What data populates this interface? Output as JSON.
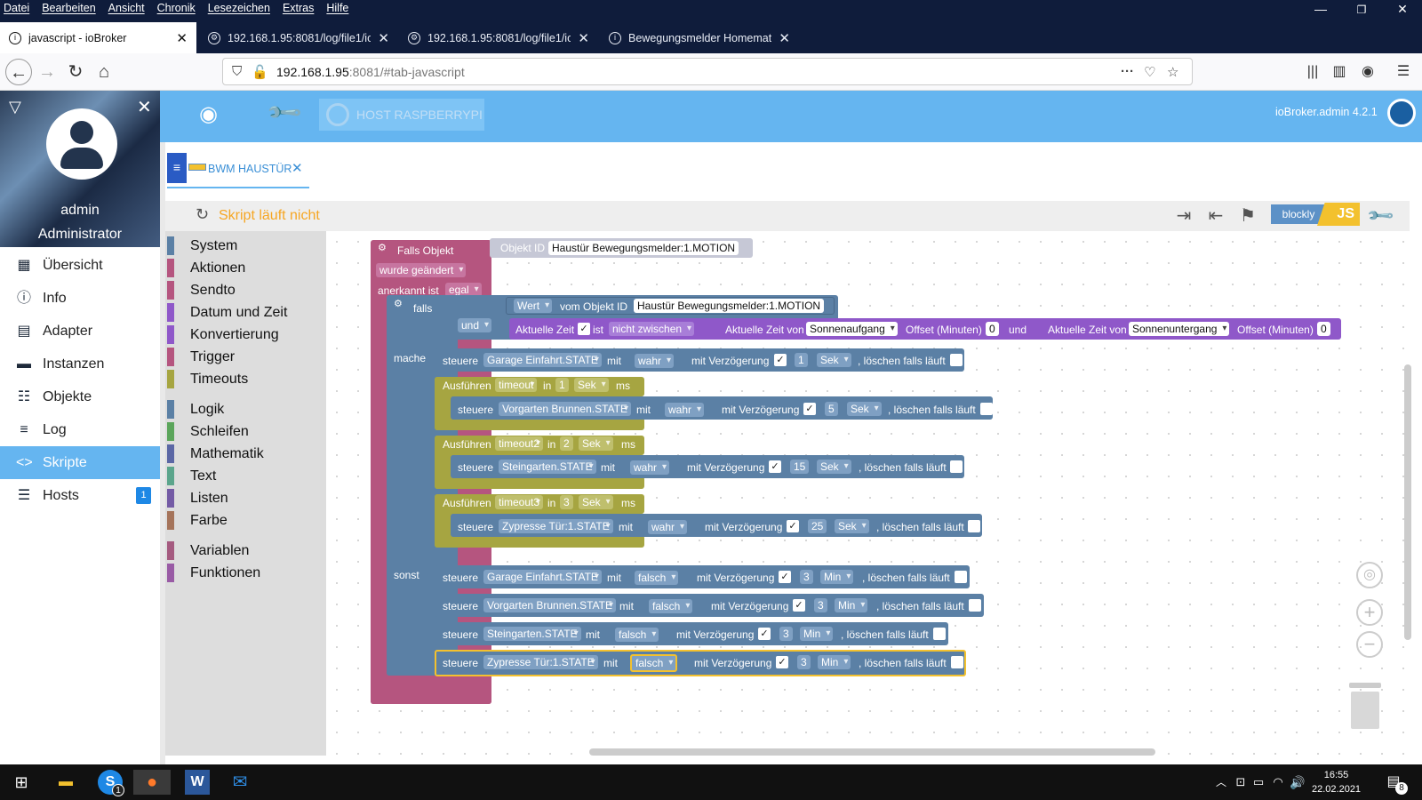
{
  "browser": {
    "menu": [
      "Datei",
      "Bearbeiten",
      "Ansicht",
      "Chronik",
      "Lesezeichen",
      "Extras",
      "Hilfe"
    ],
    "tabs": [
      {
        "title": "javascript - ioBroker",
        "active": true
      },
      {
        "title": "192.168.1.95:8081/log/file1/iob",
        "active": false
      },
      {
        "title": "192.168.1.95:8081/log/file1/iob",
        "active": false
      },
      {
        "title": "Bewegungsmelder Homematic",
        "active": false
      }
    ],
    "url_host": "192.168.1.95",
    "url_rest": ":8081/#tab-javascript"
  },
  "header": {
    "host_button": "HOST RASPBERRYPI",
    "version": "ioBroker.admin 4.2.1"
  },
  "user": {
    "name": "admin",
    "role": "Administrator"
  },
  "sidebar": [
    {
      "label": "Übersicht",
      "icon": "grid-icon"
    },
    {
      "label": "Info",
      "icon": "info-icon"
    },
    {
      "label": "Adapter",
      "icon": "store-icon"
    },
    {
      "label": "Instanzen",
      "icon": "instances-icon"
    },
    {
      "label": "Objekte",
      "icon": "list-icon"
    },
    {
      "label": "Log",
      "icon": "menu-icon"
    },
    {
      "label": "Skripte",
      "icon": "code-icon",
      "active": true
    },
    {
      "label": "Hosts",
      "icon": "hosts-icon",
      "badge": "1"
    }
  ],
  "script": {
    "tab_label": "BWM HAUSTÜR",
    "status": "Skript läuft nicht",
    "blockly_label": "blockly",
    "js_label": "JS"
  },
  "toolbox": [
    {
      "label": "System",
      "color": "#5b80a5"
    },
    {
      "label": "Aktionen",
      "color": "#b5557f"
    },
    {
      "label": "Sendto",
      "color": "#b5557f"
    },
    {
      "label": "Datum und Zeit",
      "color": "#8f58c9"
    },
    {
      "label": "Konvertierung",
      "color": "#8f58c9"
    },
    {
      "label": "Trigger",
      "color": "#b5557f"
    },
    {
      "label": "Timeouts",
      "color": "#a6a541"
    },
    {
      "label": "Logik",
      "color": "#5b80a5"
    },
    {
      "label": "Schleifen",
      "color": "#5ba55b"
    },
    {
      "label": "Mathematik",
      "color": "#5b67a5"
    },
    {
      "label": "Text",
      "color": "#5ba58c"
    },
    {
      "label": "Listen",
      "color": "#745ba5"
    },
    {
      "label": "Farbe",
      "color": "#a5745b"
    },
    {
      "label": "Variablen",
      "color": "#a55b80"
    },
    {
      "label": "Funktionen",
      "color": "#995ba5"
    }
  ],
  "blocks": {
    "trigger": {
      "title": "Falls Objekt",
      "objid_label": "Objekt ID",
      "objid": "Haustür Bewegungsmelder:1.MOTION",
      "changed": "wurde geändert",
      "ack_label": "anerkannt ist",
      "ack": "egal"
    },
    "if": {
      "falls": "falls",
      "und": "und",
      "wert": "Wert",
      "vom_objekt": "vom Objekt ID",
      "objid": "Haustür Bewegungsmelder:1.MOTION",
      "aktuelle_zeit": "Aktuelle Zeit",
      "ist": "ist",
      "nicht_zwischen": "nicht zwischen",
      "zeit_von_1": "Aktuelle Zeit von",
      "sonnenaufgang": "Sonnenaufgang",
      "offset_1": "Offset (Minuten)",
      "offset_1_val": "0",
      "und2": "und",
      "zeit_von_2": "Aktuelle Zeit von",
      "sonnenuntergang": "Sonnenuntergang",
      "offset_2": "Offset (Minuten)",
      "offset_2_val": "0",
      "mache": "mache",
      "sonst": "sonst"
    },
    "words": {
      "steuere": "steuere",
      "mit": "mit",
      "delay": "mit Verzögerung",
      "clear": ", löschen falls läuft",
      "ausfuehren": "Ausführen",
      "in": "in",
      "ms": "ms",
      "check": "✓"
    },
    "mache_rows": [
      {
        "obj": "Garage Einfahrt.STATE",
        "val": "wahr",
        "delay": "1",
        "unit": "Sek"
      },
      {
        "obj": "Vorgarten Brunnen.STATE",
        "val": "wahr",
        "delay": "5",
        "unit": "Sek"
      },
      {
        "obj": "Steingarten.STATE",
        "val": "wahr",
        "delay": "15",
        "unit": "Sek"
      },
      {
        "obj": "Zypresse Tür:1.STATE",
        "val": "wahr",
        "delay": "25",
        "unit": "Sek"
      }
    ],
    "timeouts": [
      {
        "name": "timeout",
        "n": "1",
        "unit": "Sek"
      },
      {
        "name": "timeout2",
        "n": "2",
        "unit": "Sek"
      },
      {
        "name": "timeout3",
        "n": "3",
        "unit": "Sek"
      }
    ],
    "sonst_rows": [
      {
        "obj": "Garage Einfahrt.STATE",
        "val": "falsch",
        "delay": "3",
        "unit": "Min"
      },
      {
        "obj": "Vorgarten Brunnen.STATE",
        "val": "falsch",
        "delay": "3",
        "unit": "Min"
      },
      {
        "obj": "Steingarten.STATE",
        "val": "falsch",
        "delay": "3",
        "unit": "Min"
      },
      {
        "obj": "Zypresse Tür:1.STATE",
        "val": "falsch",
        "delay": "3",
        "unit": "Min"
      }
    ]
  },
  "taskbar": {
    "time": "16:55",
    "date": "22.02.2021",
    "notif": "8",
    "skype_badge": "1"
  }
}
